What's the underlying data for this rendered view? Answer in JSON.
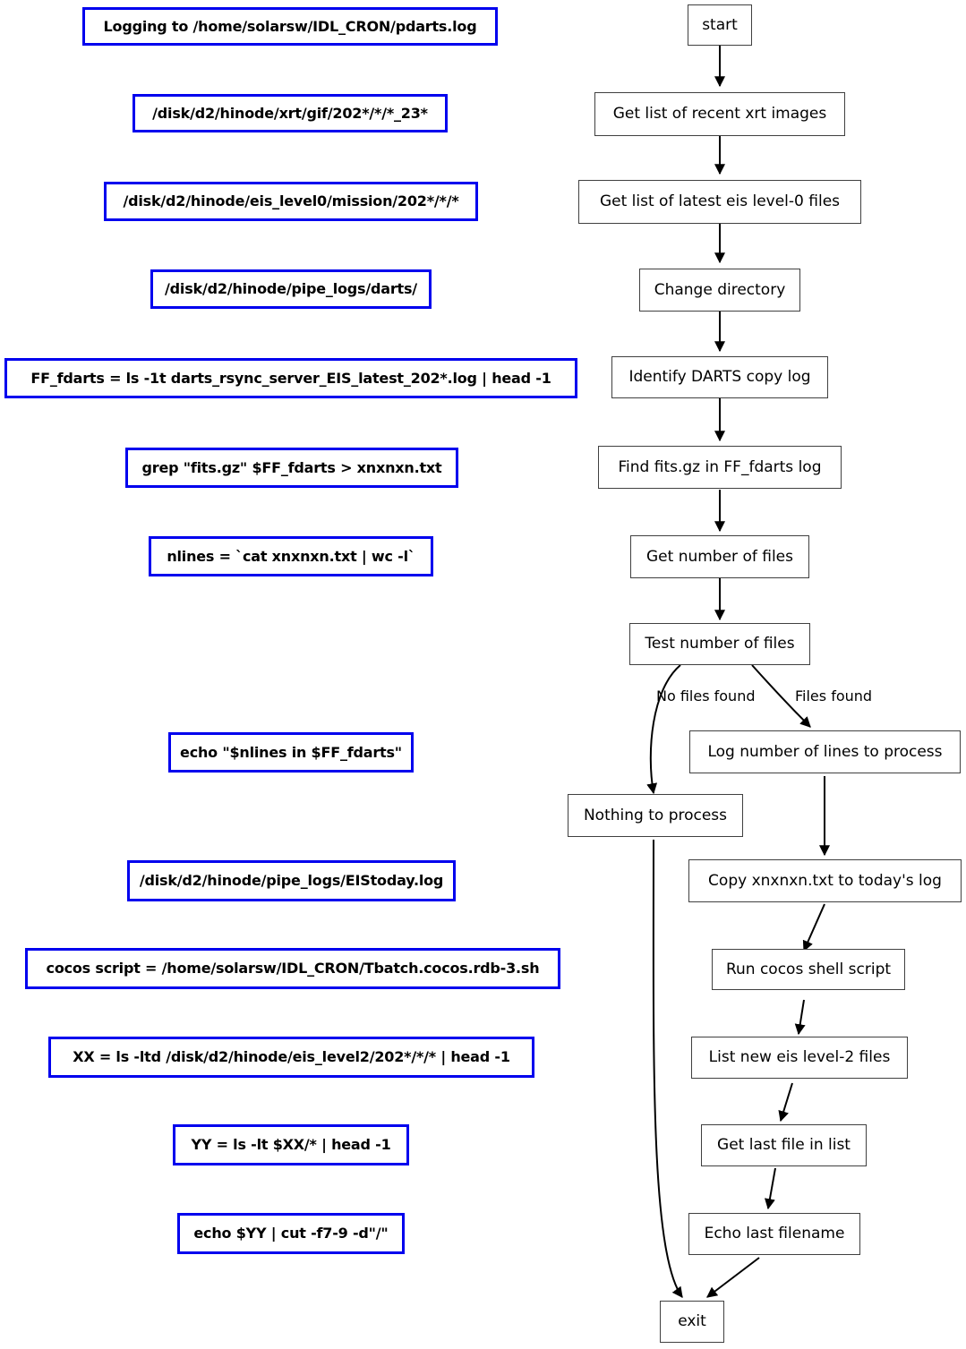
{
  "diagram": {
    "title": "pdarts cron script flowchart",
    "colors": {
      "note_border": "#0000ee",
      "node_border": "#404040",
      "background": "#ffffff",
      "text": "#000000"
    },
    "notes": [
      {
        "id": "note-log-path",
        "label": "Logging to /home/solarsw/IDL_CRON/pdarts.log"
      },
      {
        "id": "note-xrt-gif-glob",
        "label": "/disk/d2/hinode/xrt/gif/202*/*/*_23*"
      },
      {
        "id": "note-eis-level0-glob",
        "label": "/disk/d2/hinode/eis_level0/mission/202*/*/*"
      },
      {
        "id": "note-pipe-logs-darts",
        "label": "/disk/d2/hinode/pipe_logs/darts/"
      },
      {
        "id": "note-ff-fdarts",
        "label": "FF_fdarts = ls -1t darts_rsync_server_EIS_latest_202*.log | head -1"
      },
      {
        "id": "note-grep-fitsgz",
        "label": "grep \"fits.gz\" $FF_fdarts > xnxnxn.txt"
      },
      {
        "id": "note-nlines",
        "label": "nlines = `cat xnxnxn.txt | wc -l`"
      },
      {
        "id": "note-echo-nlines",
        "label": "echo \"$nlines in $FF_fdarts\""
      },
      {
        "id": "note-eistoday-log",
        "label": "/disk/d2/hinode/pipe_logs/EIStoday.log"
      },
      {
        "id": "note-cocos-script",
        "label": "cocos script = /home/solarsw/IDL_CRON/Tbatch.cocos.rdb-3.sh"
      },
      {
        "id": "note-xx-assign",
        "label": "XX = ls -ltd /disk/d2/hinode/eis_level2/202*/*/* | head -1"
      },
      {
        "id": "note-yy-assign",
        "label": "YY = ls -lt $XX/* | head -1"
      },
      {
        "id": "note-echo-yy",
        "label": "echo $YY | cut -f7-9 -d\"/\""
      }
    ],
    "nodes": [
      {
        "id": "node-start",
        "label": "start"
      },
      {
        "id": "node-xrt-list",
        "label": "Get list of recent xrt images"
      },
      {
        "id": "node-eis-list",
        "label": "Get list of latest eis level-0 files"
      },
      {
        "id": "node-chdir",
        "label": "Change directory"
      },
      {
        "id": "node-identify-log",
        "label": "Identify DARTS copy log"
      },
      {
        "id": "node-find-fitsgz",
        "label": "Find fits.gz in FF_fdarts log"
      },
      {
        "id": "node-count-files",
        "label": "Get number of files"
      },
      {
        "id": "node-test-files",
        "label": "Test number of files"
      },
      {
        "id": "node-log-lines",
        "label": "Log number of lines to process"
      },
      {
        "id": "node-nothing",
        "label": "Nothing to process"
      },
      {
        "id": "node-copy-log",
        "label": "Copy xnxnxn.txt to today's log"
      },
      {
        "id": "node-run-cocos",
        "label": "Run cocos shell script"
      },
      {
        "id": "node-list-level2",
        "label": "List new eis level-2 files"
      },
      {
        "id": "node-last-file",
        "label": "Get last file in list"
      },
      {
        "id": "node-echo-name",
        "label": "Echo last filename"
      },
      {
        "id": "node-exit",
        "label": "exit"
      }
    ],
    "edge_labels": [
      {
        "id": "edge-label-no-files",
        "label": "No files found"
      },
      {
        "id": "edge-label-files",
        "label": "Files found"
      }
    ]
  }
}
